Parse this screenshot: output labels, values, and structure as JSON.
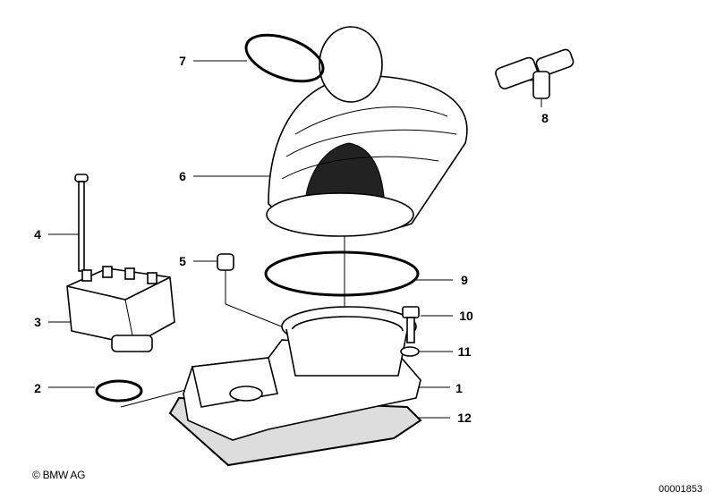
{
  "diagram": {
    "callouts": [
      {
        "id": "1",
        "label": "1"
      },
      {
        "id": "2",
        "label": "2"
      },
      {
        "id": "3",
        "label": "3"
      },
      {
        "id": "4",
        "label": "4"
      },
      {
        "id": "5",
        "label": "5"
      },
      {
        "id": "6",
        "label": "6"
      },
      {
        "id": "7",
        "label": "7"
      },
      {
        "id": "8",
        "label": "8"
      },
      {
        "id": "9",
        "label": "9"
      },
      {
        "id": "10",
        "label": "10"
      },
      {
        "id": "11",
        "label": "11"
      },
      {
        "id": "12",
        "label": "12"
      }
    ],
    "copyright": "© BMW AG",
    "image_number": "00001853"
  }
}
